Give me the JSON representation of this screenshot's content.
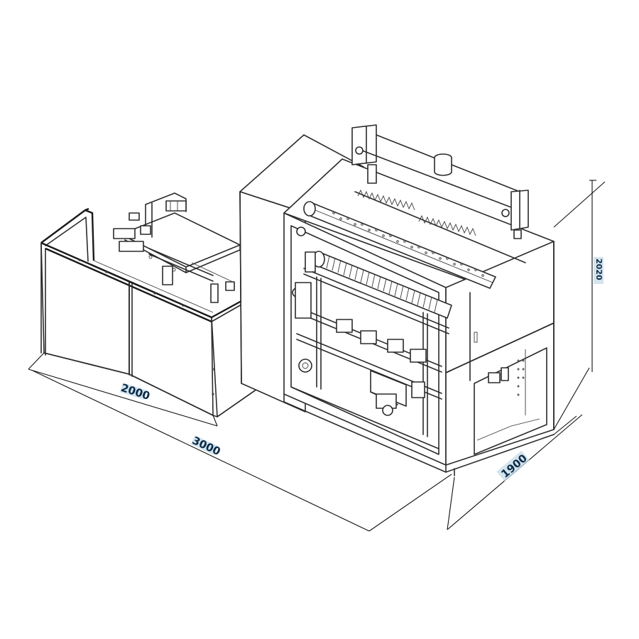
{
  "dimensions": {
    "cabinet_length": "2000",
    "overall_length": "3000",
    "height": "2020",
    "depth": "1900"
  }
}
